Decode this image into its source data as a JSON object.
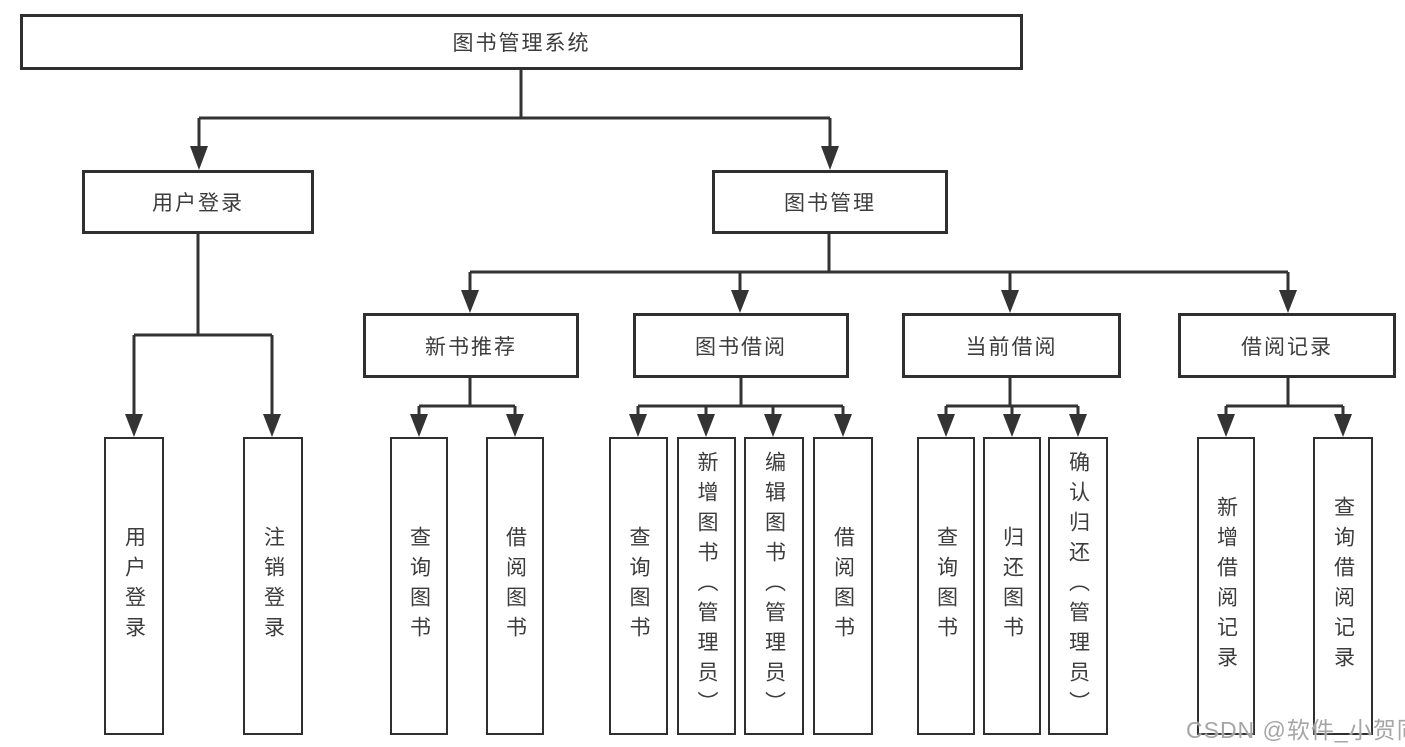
{
  "tree": {
    "label": "图书管理系统",
    "children": [
      {
        "label": "用户登录",
        "children": [
          {
            "label": "用户登录"
          },
          {
            "label": "注销登录"
          }
        ]
      },
      {
        "label": "图书管理",
        "children": [
          {
            "label": "新书推荐",
            "children": [
              {
                "label": "查询图书"
              },
              {
                "label": "借阅图书"
              }
            ]
          },
          {
            "label": "图书借阅",
            "children": [
              {
                "label": "查询图书"
              },
              {
                "label": "新增图书（管理员）"
              },
              {
                "label": "编辑图书（管理员）"
              },
              {
                "label": "借阅图书"
              }
            ]
          },
          {
            "label": "当前借阅",
            "children": [
              {
                "label": "查询图书"
              },
              {
                "label": "归还图书"
              },
              {
                "label": "确认归还（管理员）"
              }
            ]
          },
          {
            "label": "借阅记录",
            "children": [
              {
                "label": "新增借阅记录"
              },
              {
                "label": "查询借阅记录"
              }
            ]
          }
        ]
      }
    ]
  },
  "watermark": "CSDN @软件_小贺同学",
  "colors": {
    "line": "#333333",
    "border": "#2f2f2f",
    "text": "#3c3c3c",
    "watermark": "#a6a6a6",
    "background": "#ffffff"
  }
}
